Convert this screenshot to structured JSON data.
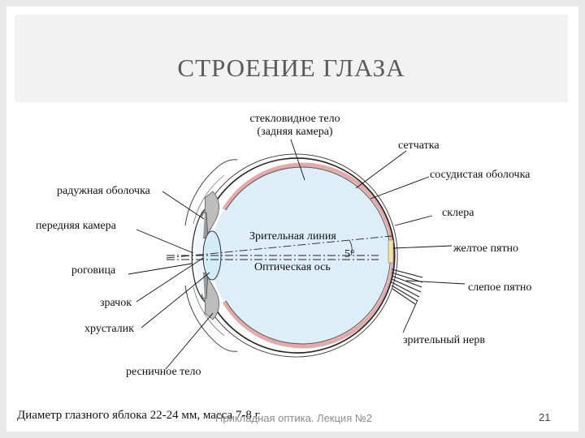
{
  "slide": {
    "title": "СТРОЕНИЕ ГЛАЗА",
    "caption": "Диаметр глазного яблока 22-24 мм, масса 7-8 г",
    "footer": "Прикладная оптика. Лекция №2",
    "page_number": "21"
  },
  "diagram": {
    "labels": {
      "vitreous_1": "стекловидное тело",
      "vitreous_2": "(задняя камера)",
      "retina": "сетчатка",
      "choroid": "сосудистая оболочка",
      "iris": "радужная оболочка",
      "sclera": "склера",
      "anterior_chamber": "передняя камера",
      "visual_line": "Зрительная линия",
      "angle": "5°",
      "macula": "желтое пятно",
      "cornea": "роговица",
      "optical_axis": "Оптическая ось",
      "blind_spot": "слепое пятно",
      "pupil": "зрачок",
      "lens": "хрусталик",
      "optic_nerve": "зрительный нерв",
      "ciliary_body": "ресничное тело"
    },
    "colors": {
      "vitreous": "#ddeef8",
      "choroid": "#e6a9a9",
      "lens": "#d4ecf8",
      "ciliary": "#bdbdbd"
    }
  }
}
